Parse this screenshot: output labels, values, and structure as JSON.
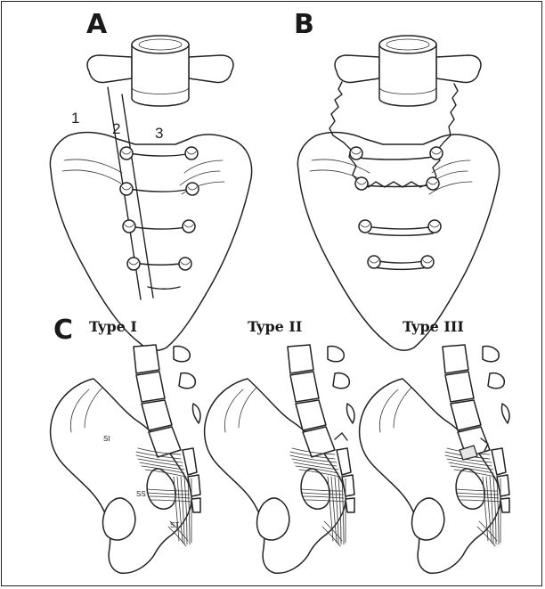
{
  "panels": {
    "a": {
      "letter": "A",
      "zones": [
        "1",
        "2",
        "3"
      ]
    },
    "b": {
      "letter": "B"
    },
    "c": {
      "letter": "C",
      "types": [
        {
          "title": "Type I",
          "ligaments": [
            "SI",
            "SS",
            "ST"
          ]
        },
        {
          "title": "Type II"
        },
        {
          "title": "Type III"
        }
      ]
    }
  },
  "colors": {
    "ink": "#222222",
    "background": "#ffffff"
  }
}
